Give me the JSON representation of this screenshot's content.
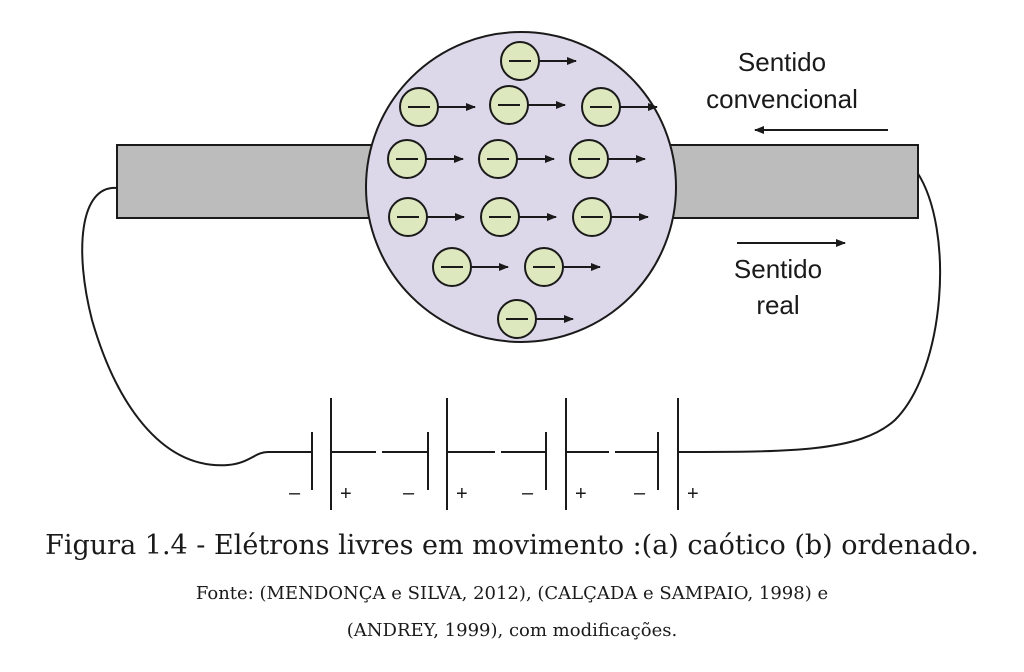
{
  "diagram": {
    "labels": {
      "conventional_line1": "Sentido",
      "conventional_line2": "convencional",
      "real_line1": "Sentido",
      "real_line2": "real"
    },
    "battery_signs": [
      {
        "minus": "–",
        "plus": "+"
      },
      {
        "minus": "–",
        "plus": "+"
      },
      {
        "minus": "–",
        "plus": "+"
      },
      {
        "minus": "–",
        "plus": "+"
      }
    ],
    "electron_count": 13,
    "colors": {
      "conductor": "#bcbcbc",
      "circle_fill": "#dcd7e9",
      "electron_fill": "#dde8bf",
      "stroke": "#1a1a1a"
    }
  },
  "caption": {
    "title": "Figura 1.4 - Elétrons livres em movimento :(a) caótico (b) ordenado.",
    "source_line1": "Fonte: (MENDONÇA e SILVA, 2012), (CALÇADA e SAMPAIO, 1998) e",
    "source_line2": "(ANDREY, 1999), com modificações."
  }
}
